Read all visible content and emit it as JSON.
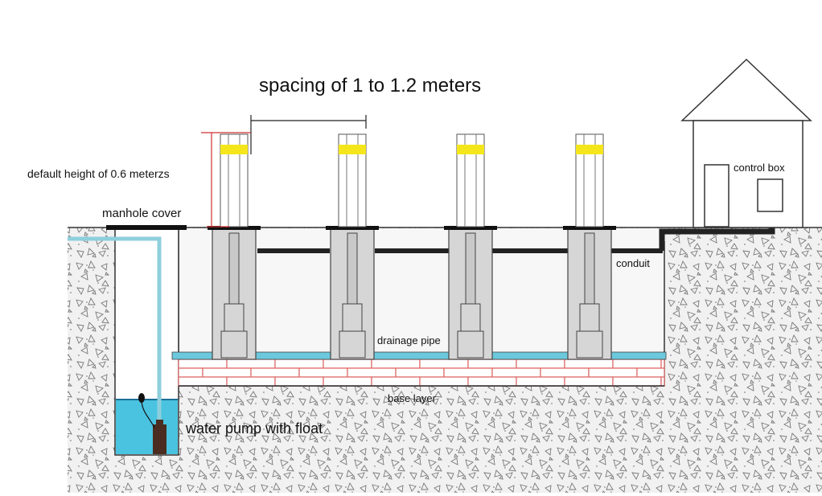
{
  "labels": {
    "spacing": "spacing of 1 to 1.2 meters",
    "default_height": "default height of 0.6 meterzs",
    "manhole_cover": "manhole cover",
    "control_box": "control box",
    "conduit": "conduit",
    "drainage_pipe": "drainage pipe",
    "base_layer": "base layer",
    "pump": "water pump with float"
  },
  "colors": {
    "bollard_band": "#f5e61c",
    "water": "#49c3e0",
    "drain_pipe": "#6cc8dc",
    "brick_line": "#e07070",
    "dimension_line": "#d03030",
    "conduit": "#222222",
    "sleeve": "#d6d6d6",
    "gravel": "#bdbdbd",
    "pump": "#4a2d20"
  }
}
